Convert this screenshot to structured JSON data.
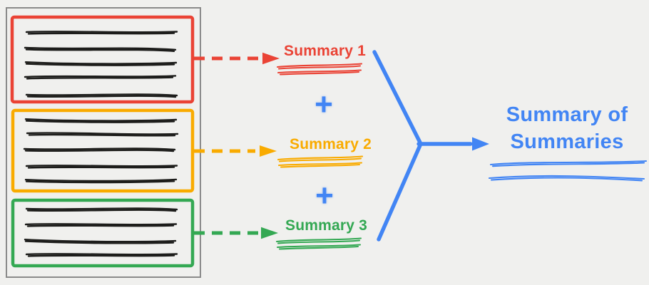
{
  "palette": {
    "red": "#EA4335",
    "orange": "#F9AB00",
    "green": "#34A853",
    "blue": "#4285F4",
    "ink": "#1D1D1B",
    "frame": "#8A8A8A",
    "bg": "#F0F0EE"
  },
  "documents": [
    {
      "label": "Summary 1",
      "color": "red",
      "text_line_count": 5
    },
    {
      "label": "Summary 2",
      "color": "orange",
      "text_line_count": 5
    },
    {
      "label": "Summary 3",
      "color": "green",
      "text_line_count": 4
    }
  ],
  "operators": {
    "plus": "+"
  },
  "result": {
    "title_line1": "Summary of",
    "title_line2": "Summaries"
  }
}
